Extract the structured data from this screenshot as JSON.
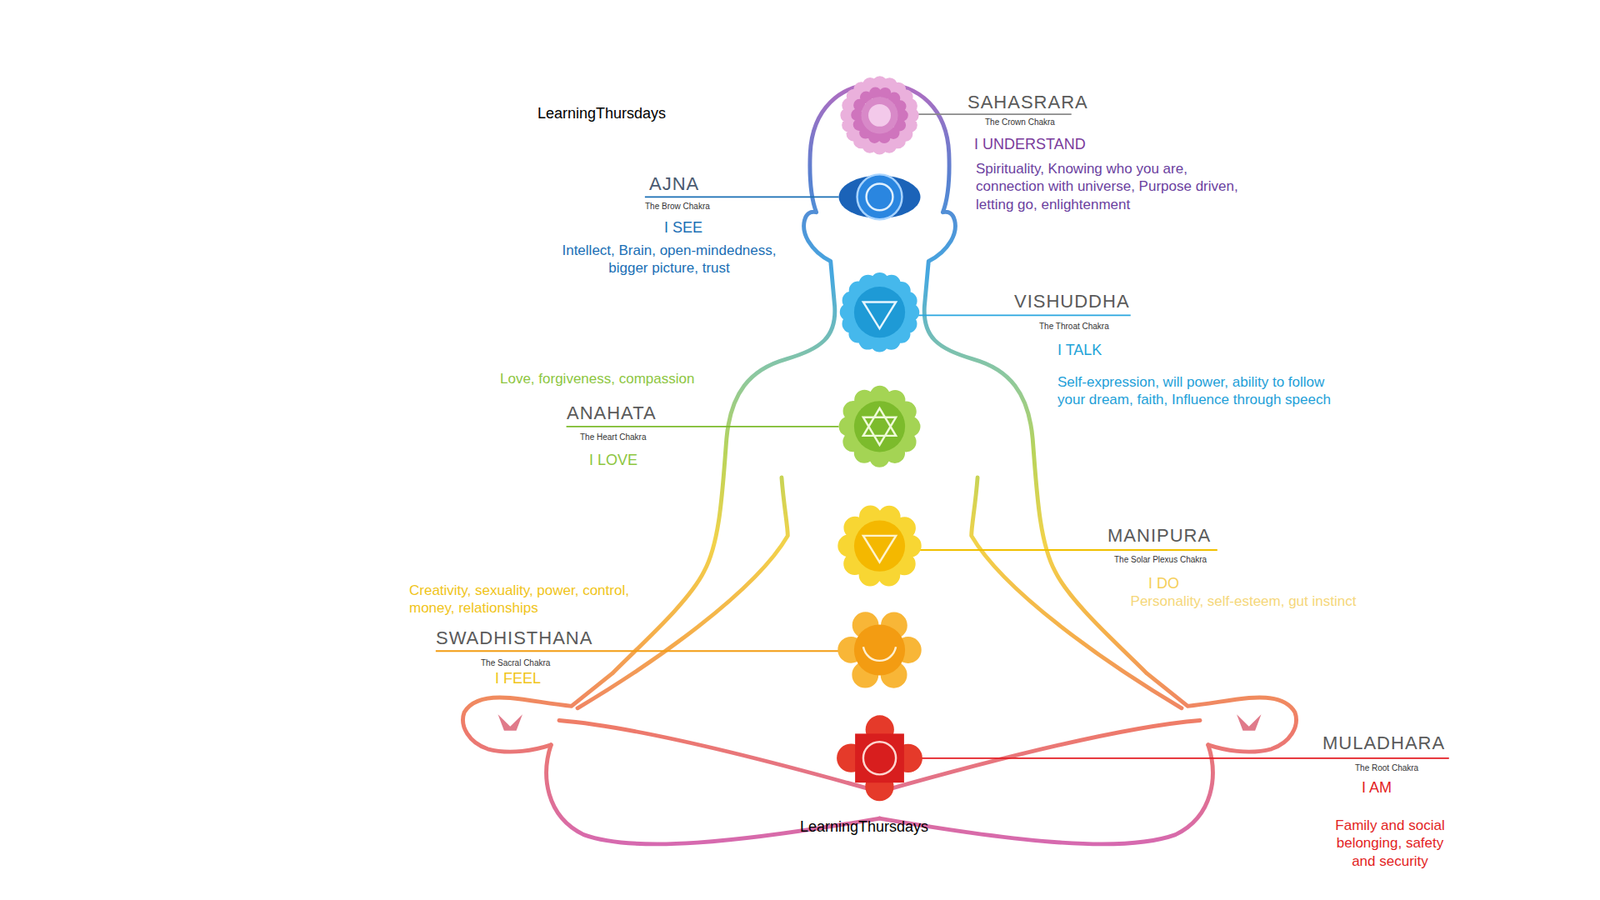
{
  "diagram": {
    "labels": [
      "LearningThursdays",
      "SAHASRARA",
      "The Crown Chakra",
      "I UNDERSTAND",
      "Spirituality, Knowing who you are, connection with universe, Purpose driven, letting go, enlightenment",
      "AJNA",
      "The Brow Chakra",
      "I SEE",
      "Intellect, Brain, open-mindedness, bigger picture, trust",
      "VISHUDDHA",
      "The Throat Chakra",
      "I TALK",
      "Self-expression, will power, ability to follow your dream, faith, Influence through speech",
      "Love, forgiveness, compassion",
      "ANAHATA",
      "The Heart Chakra",
      "I LOVE",
      "MANIPURA",
      "The Solar Plexus Chakra",
      "I DO",
      "Personality, self-esteem, gut instinct",
      "Creativity, sexuality, power, control, money, relationships",
      "SWADHISTHANA",
      "The Sacral Chakra",
      "I FEEL",
      "MULADHARA",
      "The Root Chakra",
      "I AM",
      "Family and social belonging, safety and security",
      "LearningThursdays"
    ]
  }
}
